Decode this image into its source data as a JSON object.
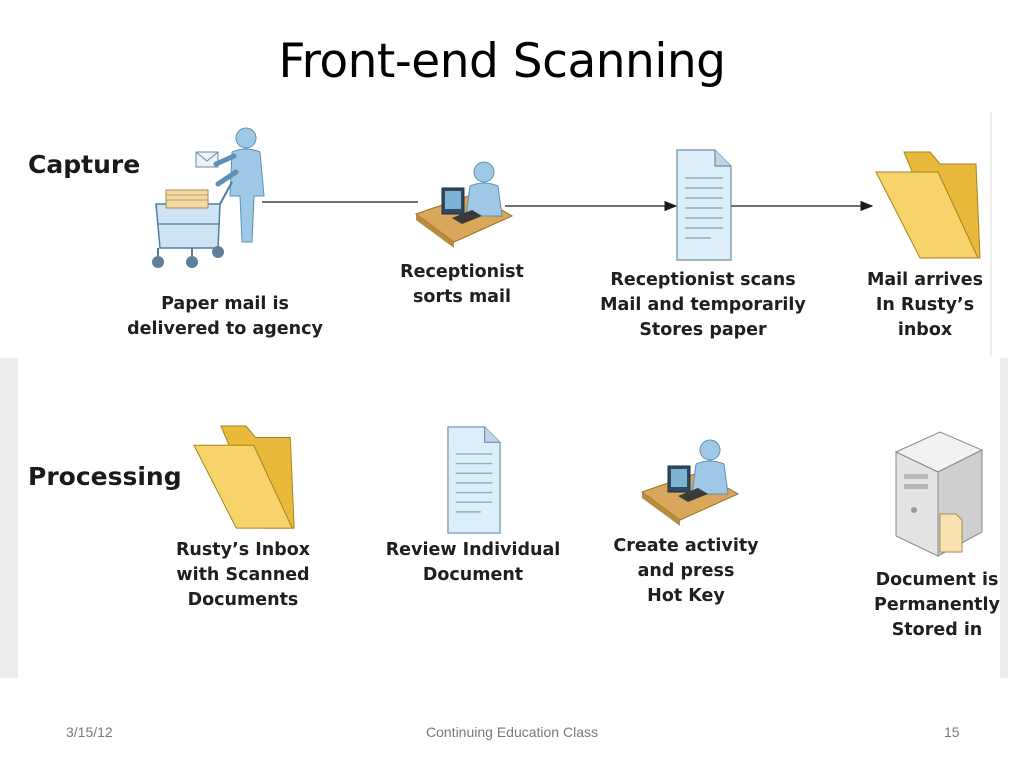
{
  "slide": {
    "title": "Front-end Scanning"
  },
  "capture": {
    "label": "Capture",
    "steps": [
      {
        "icon": "mail-cart-person-icon",
        "lines": [
          "Paper mail is",
          "delivered to agency"
        ]
      },
      {
        "icon": "receptionist-workstation-icon",
        "lines": [
          "Receptionist",
          "sorts mail"
        ]
      },
      {
        "icon": "scanned-document-icon",
        "lines": [
          "Receptionist scans",
          "Mail and temporarily",
          "Stores paper"
        ]
      },
      {
        "icon": "inbox-folder-icon",
        "lines": [
          "Mail arrives",
          "In Rusty’s",
          "inbox"
        ]
      }
    ]
  },
  "processing": {
    "label": "Processing",
    "steps": [
      {
        "icon": "inbox-folder-icon",
        "lines": [
          "Rusty’s Inbox",
          "with Scanned",
          "Documents"
        ]
      },
      {
        "icon": "document-icon",
        "lines": [
          "Review Individual",
          "Document"
        ]
      },
      {
        "icon": "workstation-icon",
        "lines": [
          "Create activity",
          "and press",
          "Hot Key"
        ]
      },
      {
        "icon": "server-storage-icon",
        "lines": [
          "Document is",
          "Permanently",
          "Stored in"
        ]
      }
    ]
  },
  "footer": {
    "date": "3/15/12",
    "center": "Continuing Education Class",
    "page": "15"
  },
  "colors": {
    "arrow": "#1a1a1a",
    "person": "#9ec8e6",
    "folder": "#f2c94c",
    "document": "#dceef8",
    "desk": "#d9a75a"
  }
}
